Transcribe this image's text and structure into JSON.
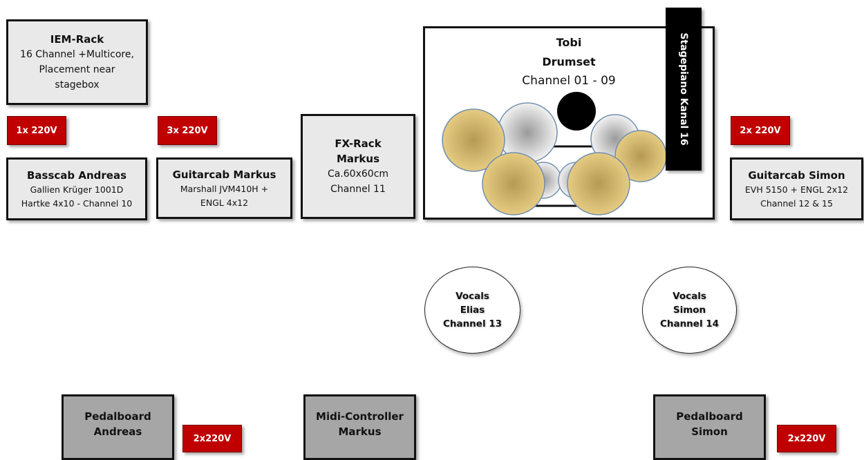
{
  "iem_rack": {
    "title": "IEM-Rack",
    "line1": "16 Channel +Multicore,",
    "line2": "Placement near",
    "line3": "stagebox"
  },
  "power": {
    "bass": "1x 220V",
    "guitar_markus": "3x 220V",
    "guitar_simon": "2x 220V",
    "pedal_andreas": "2x220V",
    "pedal_simon": "2x220V"
  },
  "basscab": {
    "title": "Basscab Andreas",
    "line1": "Gallien Krüger 1001D",
    "line2": "Hartke 4x10 - Channel 10"
  },
  "guitarcab_markus": {
    "title": "Guitarcab Markus",
    "line1": "Marshall JVM410H +",
    "line2": "ENGL 4x12"
  },
  "fx_rack": {
    "title1": "FX-Rack",
    "title2": "Markus",
    "line1": "Ca.60x60cm",
    "line2": "Channel 11"
  },
  "drumset": {
    "name": "Tobi",
    "title": "Drumset",
    "channel": "Channel 01 - 09"
  },
  "stagepiano": {
    "label": "Stagepiano Kanal 16"
  },
  "guitarcab_simon": {
    "title": "Guitarcab Simon",
    "line1": "EVH 5150 + ENGL 2x12",
    "line2": "Channel 12 & 15"
  },
  "vocals_elias": {
    "line1": "Vocals",
    "line2": "Elias",
    "line3": "Channel 13"
  },
  "vocals_simon": {
    "line1": "Vocals",
    "line2": "Simon",
    "line3": "Channel 14"
  },
  "pedalboard_andreas": {
    "line1": "Pedalboard",
    "line2": "Andreas"
  },
  "midi_controller": {
    "line1": "Midi-Controller",
    "line2": "Markus"
  },
  "pedalboard_simon": {
    "line1": "Pedalboard",
    "line2": "Simon"
  },
  "colors": {
    "power": "#c00000",
    "box": "#e9e9e9",
    "pedal_box": "#a6a6a6",
    "cymbal": "#e2c57a",
    "drum": "#bdbdbd"
  }
}
